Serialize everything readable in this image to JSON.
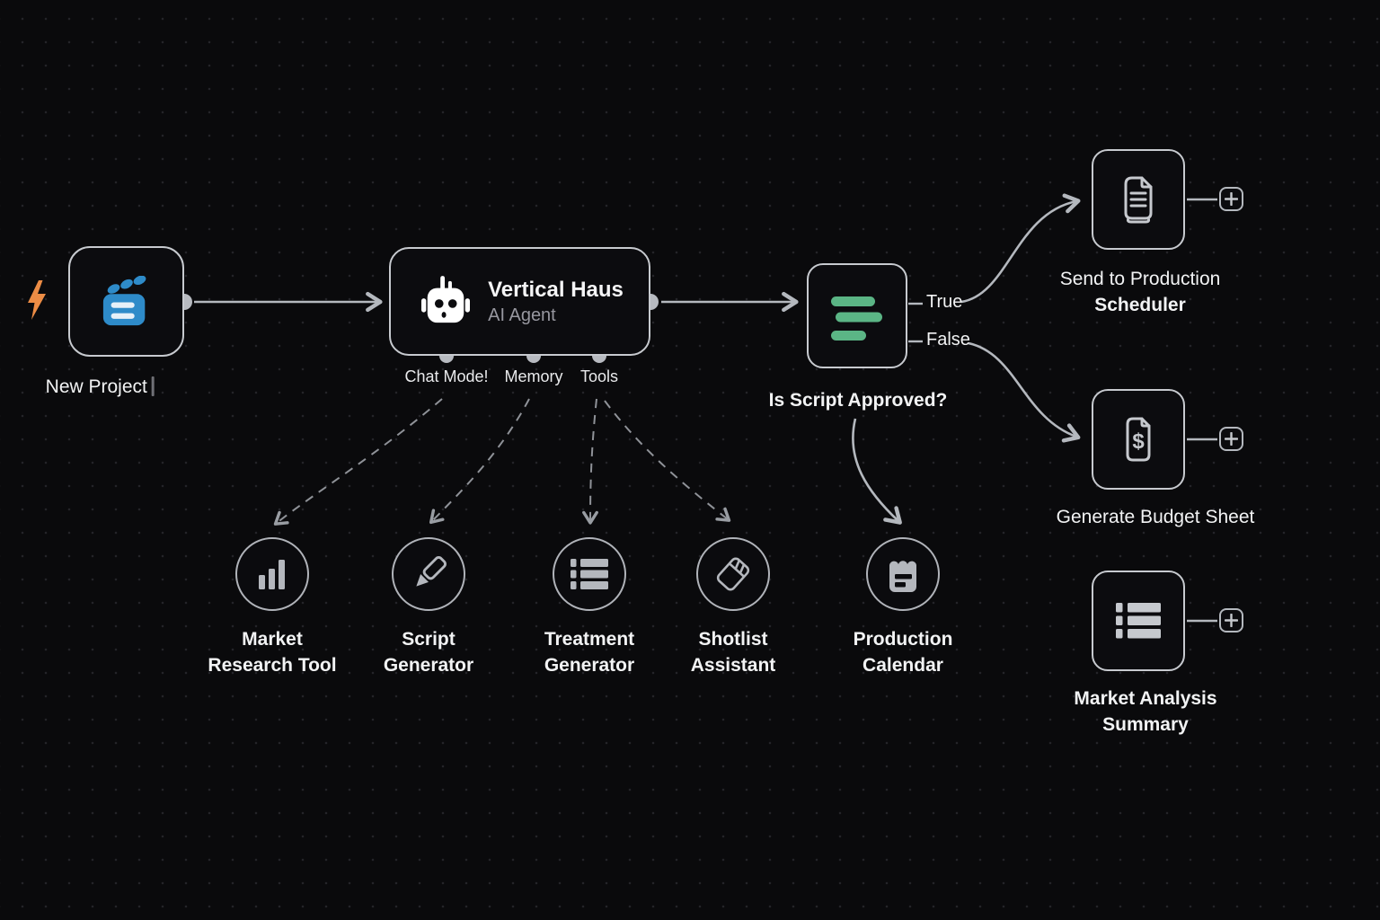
{
  "flow": {
    "trigger": {
      "label": "New Project",
      "icon": "clapperboard-icon",
      "trigger_icon": "lightning-icon",
      "accent_color": "#2e8bc9"
    },
    "agent": {
      "title": "Vertical Haus",
      "subtitle": "AI Agent",
      "icon": "robot-icon",
      "ports": [
        {
          "label": "Chat Mode!"
        },
        {
          "label": "Memory"
        },
        {
          "label": "Tools"
        }
      ]
    },
    "condition": {
      "label": "Is Script Approved?",
      "icon": "filter-lines-icon",
      "accent_color": "#5bb585",
      "true_label": "True",
      "false_label": "False"
    },
    "tools": [
      {
        "line1": "Market",
        "line2": "Research Tool",
        "icon": "bar-chart-icon"
      },
      {
        "line1": "Script",
        "line2": "Generator",
        "icon": "pen-icon"
      },
      {
        "line1": "Treatment",
        "line2": "Generator",
        "icon": "list-icon"
      },
      {
        "line1": "Shotlist",
        "line2": "Assistant",
        "icon": "clapperboard-small-icon"
      },
      {
        "line1": "Production",
        "line2": "Calendar",
        "icon": "calendar-icon"
      }
    ],
    "outputs": [
      {
        "line1": "Send to Production",
        "line2": "Scheduler",
        "icon": "document-icon",
        "add_icon": "plus-icon"
      },
      {
        "line1": "Generate Budget Sheet",
        "line2": "",
        "icon": "dollar-document-icon",
        "add_icon": "plus-icon"
      },
      {
        "line1": "Market Analysis",
        "line2": "Summary",
        "icon": "list-icon",
        "add_icon": "plus-icon"
      }
    ]
  },
  "colors": {
    "background": "#0a0a0c",
    "node_border": "#c7cacf",
    "wire": "#b4b8be",
    "dashed_wire": "#8f9298",
    "label": "#f2f3f4",
    "accent_blue": "#2e8bc9",
    "accent_green": "#5bb585",
    "accent_orange": "#ec8c45"
  }
}
